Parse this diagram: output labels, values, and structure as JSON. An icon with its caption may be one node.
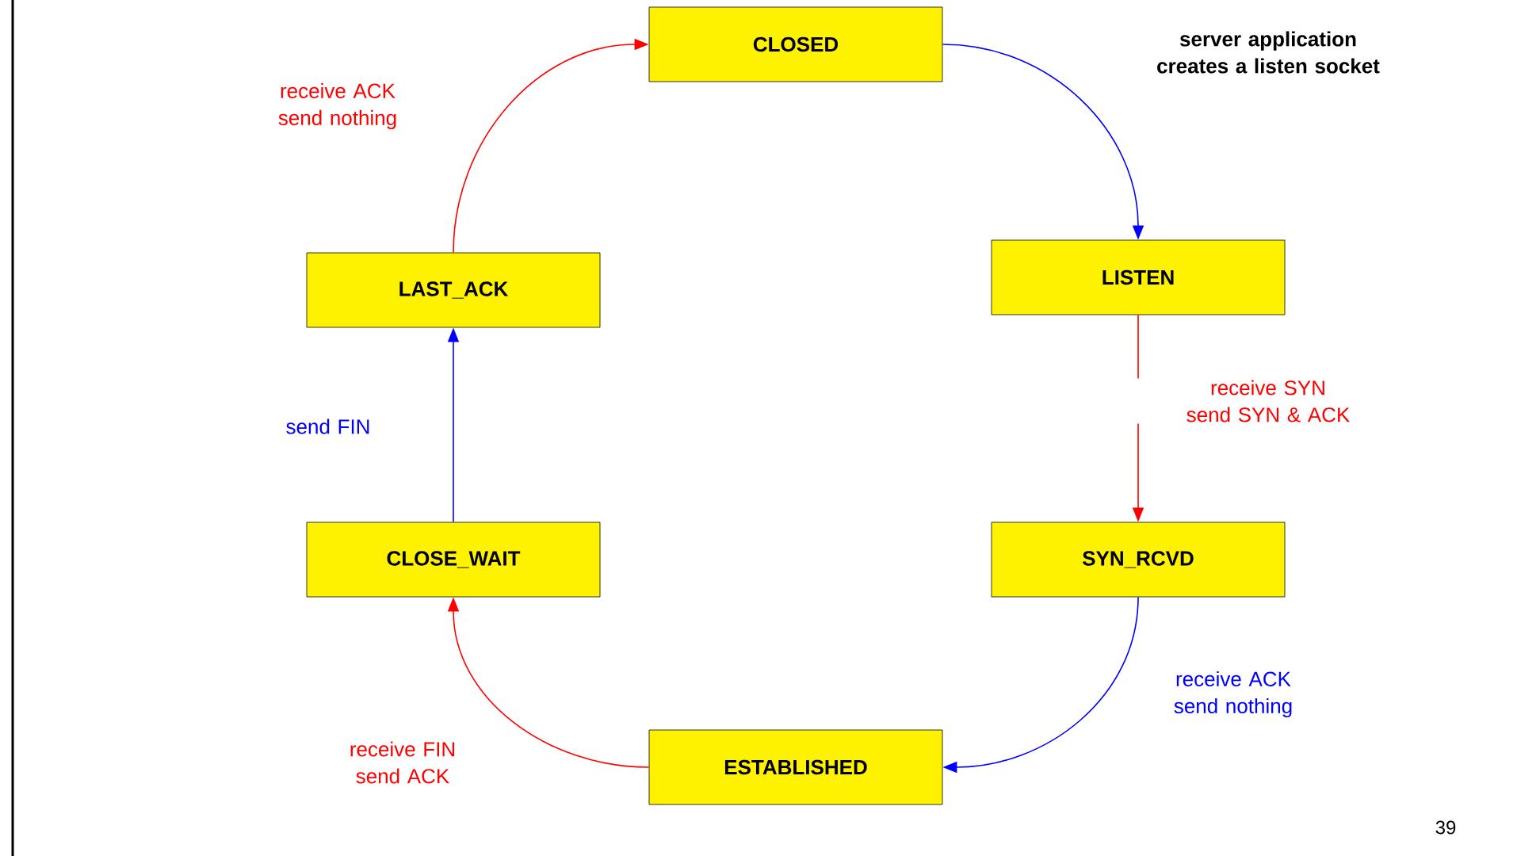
{
  "diagram": {
    "nodes": [
      {
        "text": [
          "CLOSED"
        ]
      },
      {
        "text": [
          "LISTEN"
        ]
      },
      {
        "text": [
          "SYN_RCVD"
        ]
      },
      {
        "text": [
          "ESTABLISHED"
        ]
      },
      {
        "text": [
          "CLOSE_WAIT"
        ]
      },
      {
        "text": [
          "LAST_ACK"
        ]
      }
    ],
    "edges": [
      {
        "from": 0,
        "to": 1,
        "arrow": "to",
        "color": "#0000ff",
        "label": "server application creates a listen socket"
      },
      {
        "from": 1,
        "to": 2,
        "arrow": "to",
        "color": "#ff0000",
        "label": "receive SYN send SYN & ACK"
      },
      {
        "from": 2,
        "to": 3,
        "arrow": "to",
        "color": "#0000ff",
        "label": "receive  ACK send nothing"
      },
      {
        "from": 3,
        "to": 4,
        "arrow": "to",
        "color": "#ff0000",
        "label": "receive FIN send ACK"
      },
      {
        "from": 4,
        "to": 5,
        "arrow": "to",
        "color": "#0000ff",
        "label": "send FIN"
      },
      {
        "from": 5,
        "to": 0,
        "arrow": "to",
        "color": "#ff0000",
        "label": "receive  ACK send nothing"
      }
    ],
    "labels": [
      "39"
    ]
  }
}
